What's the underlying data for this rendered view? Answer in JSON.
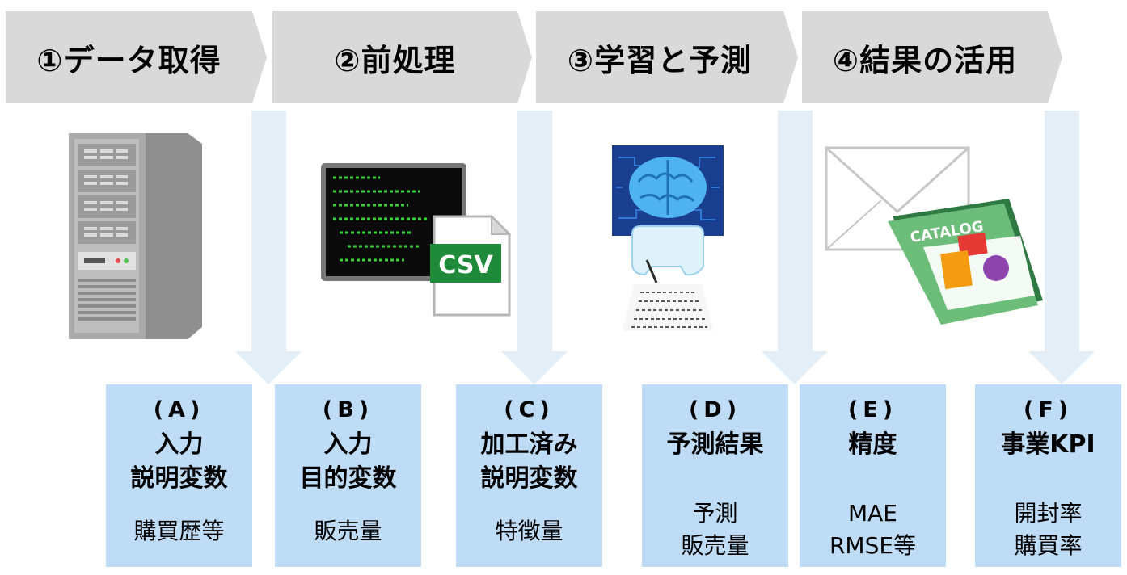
{
  "steps": [
    {
      "label": "①データ取得"
    },
    {
      "label": "②前処理"
    },
    {
      "label": "③学習と予測"
    },
    {
      "label": "④結果の活用"
    }
  ],
  "illustrations": {
    "csv_label": "CSV",
    "catalog_label": "CATALOG"
  },
  "boxes": [
    {
      "tag": "(A)",
      "title": [
        "入力",
        "説明変数"
      ],
      "detail": [
        "購買歴等"
      ]
    },
    {
      "tag": "(B)",
      "title": [
        "入力",
        "目的変数"
      ],
      "detail": [
        "販売量"
      ]
    },
    {
      "tag": "(C)",
      "title": [
        "加工済み",
        "説明変数"
      ],
      "detail": [
        "特徴量"
      ]
    },
    {
      "tag": "(D)",
      "title": [
        "予測結果"
      ],
      "detail": [
        "予測",
        "販売量"
      ]
    },
    {
      "tag": "(E)",
      "title": [
        "精度"
      ],
      "detail": [
        "MAE",
        "RMSE等"
      ]
    },
    {
      "tag": "(F)",
      "title": [
        "事業KPI"
      ],
      "detail": [
        "開封率",
        "購買率"
      ]
    }
  ],
  "colors": {
    "step_fill": "#d9d9d9",
    "arrow_fill": "#e4eef7",
    "box_fill": "#bfdcf7"
  }
}
